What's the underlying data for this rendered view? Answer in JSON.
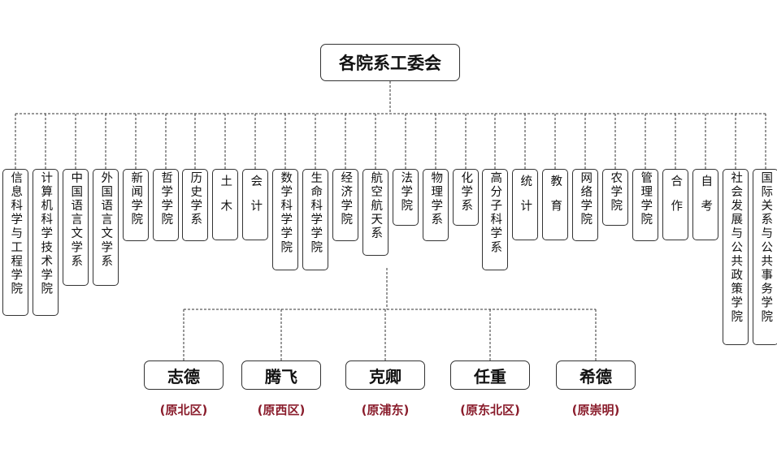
{
  "root": {
    "label": "各院系工委会"
  },
  "departments": [
    {
      "label": "信息科学与工程学院"
    },
    {
      "label": "计算机科学技术学院"
    },
    {
      "label": "中国语言文学系"
    },
    {
      "label": "外国语言文学系"
    },
    {
      "label": "新闻学院"
    },
    {
      "label": "哲学学院"
    },
    {
      "label": "历史学系"
    },
    {
      "label": "土木"
    },
    {
      "label": "会计"
    },
    {
      "label": "数学科学学院"
    },
    {
      "label": "生命科学学院"
    },
    {
      "label": "经济学院"
    },
    {
      "label": "航空航天系"
    },
    {
      "label": "法学院"
    },
    {
      "label": "物理学系"
    },
    {
      "label": "化学系"
    },
    {
      "label": "高分子科学系"
    },
    {
      "label": "统计"
    },
    {
      "label": "教育"
    },
    {
      "label": "网络学院"
    },
    {
      "label": "农学院"
    },
    {
      "label": "管理学院"
    },
    {
      "label": "合作"
    },
    {
      "label": "自考"
    },
    {
      "label": "社会发展与公共政策学院"
    },
    {
      "label": "国际关系与公共事务学院"
    }
  ],
  "colleges": [
    {
      "label": "志德",
      "campus": "(原北区)"
    },
    {
      "label": "腾飞",
      "campus": "(原西区)"
    },
    {
      "label": "克卿",
      "campus": "(原浦东)"
    },
    {
      "label": "任重",
      "campus": "(原东北区)"
    },
    {
      "label": "希德",
      "campus": "(原崇明)"
    }
  ],
  "colors": {
    "border": "#333333",
    "campus_text": "#8a1d2c"
  }
}
